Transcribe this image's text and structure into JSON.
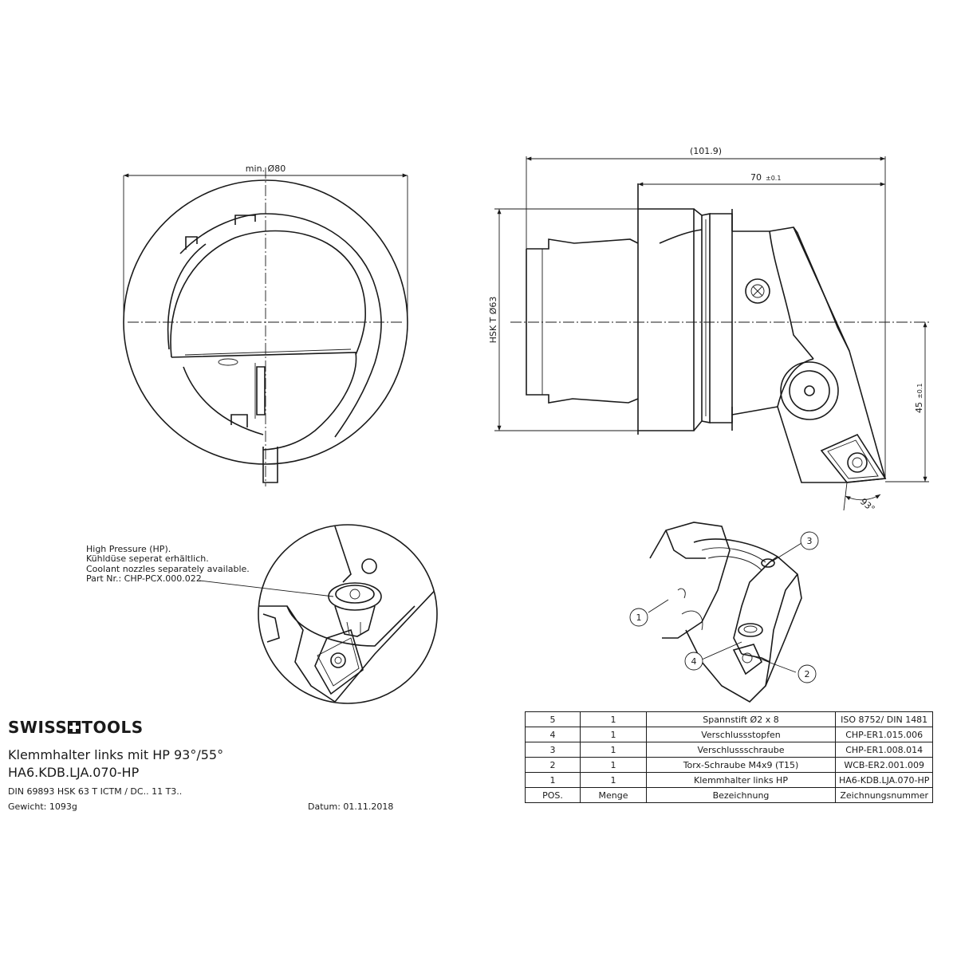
{
  "brand": {
    "prefix": "SWISS",
    "suffix": "TOOLS"
  },
  "title": {
    "line1": "Klemmhalter links mit HP 93°/55°",
    "line2": "HA6.KDB.LJA.070-HP",
    "standard": "DIN 69893 HSK 63 T ICTM / DC.. 11 T3..",
    "weight": "Gewicht: 1093g",
    "date": "Datum: 01.11.2018"
  },
  "dimensions": {
    "front_diameter": "min. Ø80",
    "overall_length": "(101.9)",
    "length_70": "70",
    "length_70_tol": "±0.1",
    "hsk": "HSK T Ø63",
    "offset_45": "45",
    "offset_45_tol": "±0.1",
    "angle": "93°"
  },
  "hp_note": [
    "High Pressure (HP).",
    "Kühldüse seperat erhältlich.",
    "Coolant nozzles separately available.",
    "Part Nr.: CHP-PCX.000.022"
  ],
  "balloons": [
    "1",
    "2",
    "3",
    "4"
  ],
  "bom": {
    "header": {
      "pos": "POS.",
      "qty": "Menge",
      "desc": "Bezeichnung",
      "drawing": "Zeichnungsnummer"
    },
    "rows": [
      {
        "pos": "5",
        "qty": "1",
        "desc": "Spannstift Ø2 x 8",
        "drawing": "ISO 8752/ DIN 1481"
      },
      {
        "pos": "4",
        "qty": "1",
        "desc": "Verschlussstopfen",
        "drawing": "CHP-ER1.015.006"
      },
      {
        "pos": "3",
        "qty": "1",
        "desc": "Verschlussschraube",
        "drawing": "CHP-ER1.008.014"
      },
      {
        "pos": "2",
        "qty": "1",
        "desc": "Torx-Schraube M4x9 (T15)",
        "drawing": "WCB-ER2.001.009"
      },
      {
        "pos": "1",
        "qty": "1",
        "desc": "Klemmhalter links HP",
        "drawing": "HA6-KDB.LJA.070-HP"
      }
    ]
  }
}
